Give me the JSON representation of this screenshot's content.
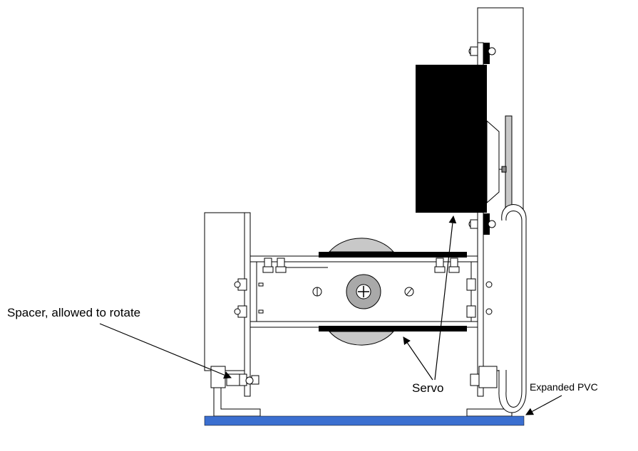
{
  "labels": {
    "spacer": "Spacer, allowed to rotate",
    "servo": "Servo",
    "pvc": "Expanded PVC"
  },
  "colors": {
    "line": "#000000",
    "base_plate": "#3b6fd0",
    "servo_body": "#000000",
    "wheel": "#c8c8c8",
    "hub": "#a9a9a9"
  }
}
